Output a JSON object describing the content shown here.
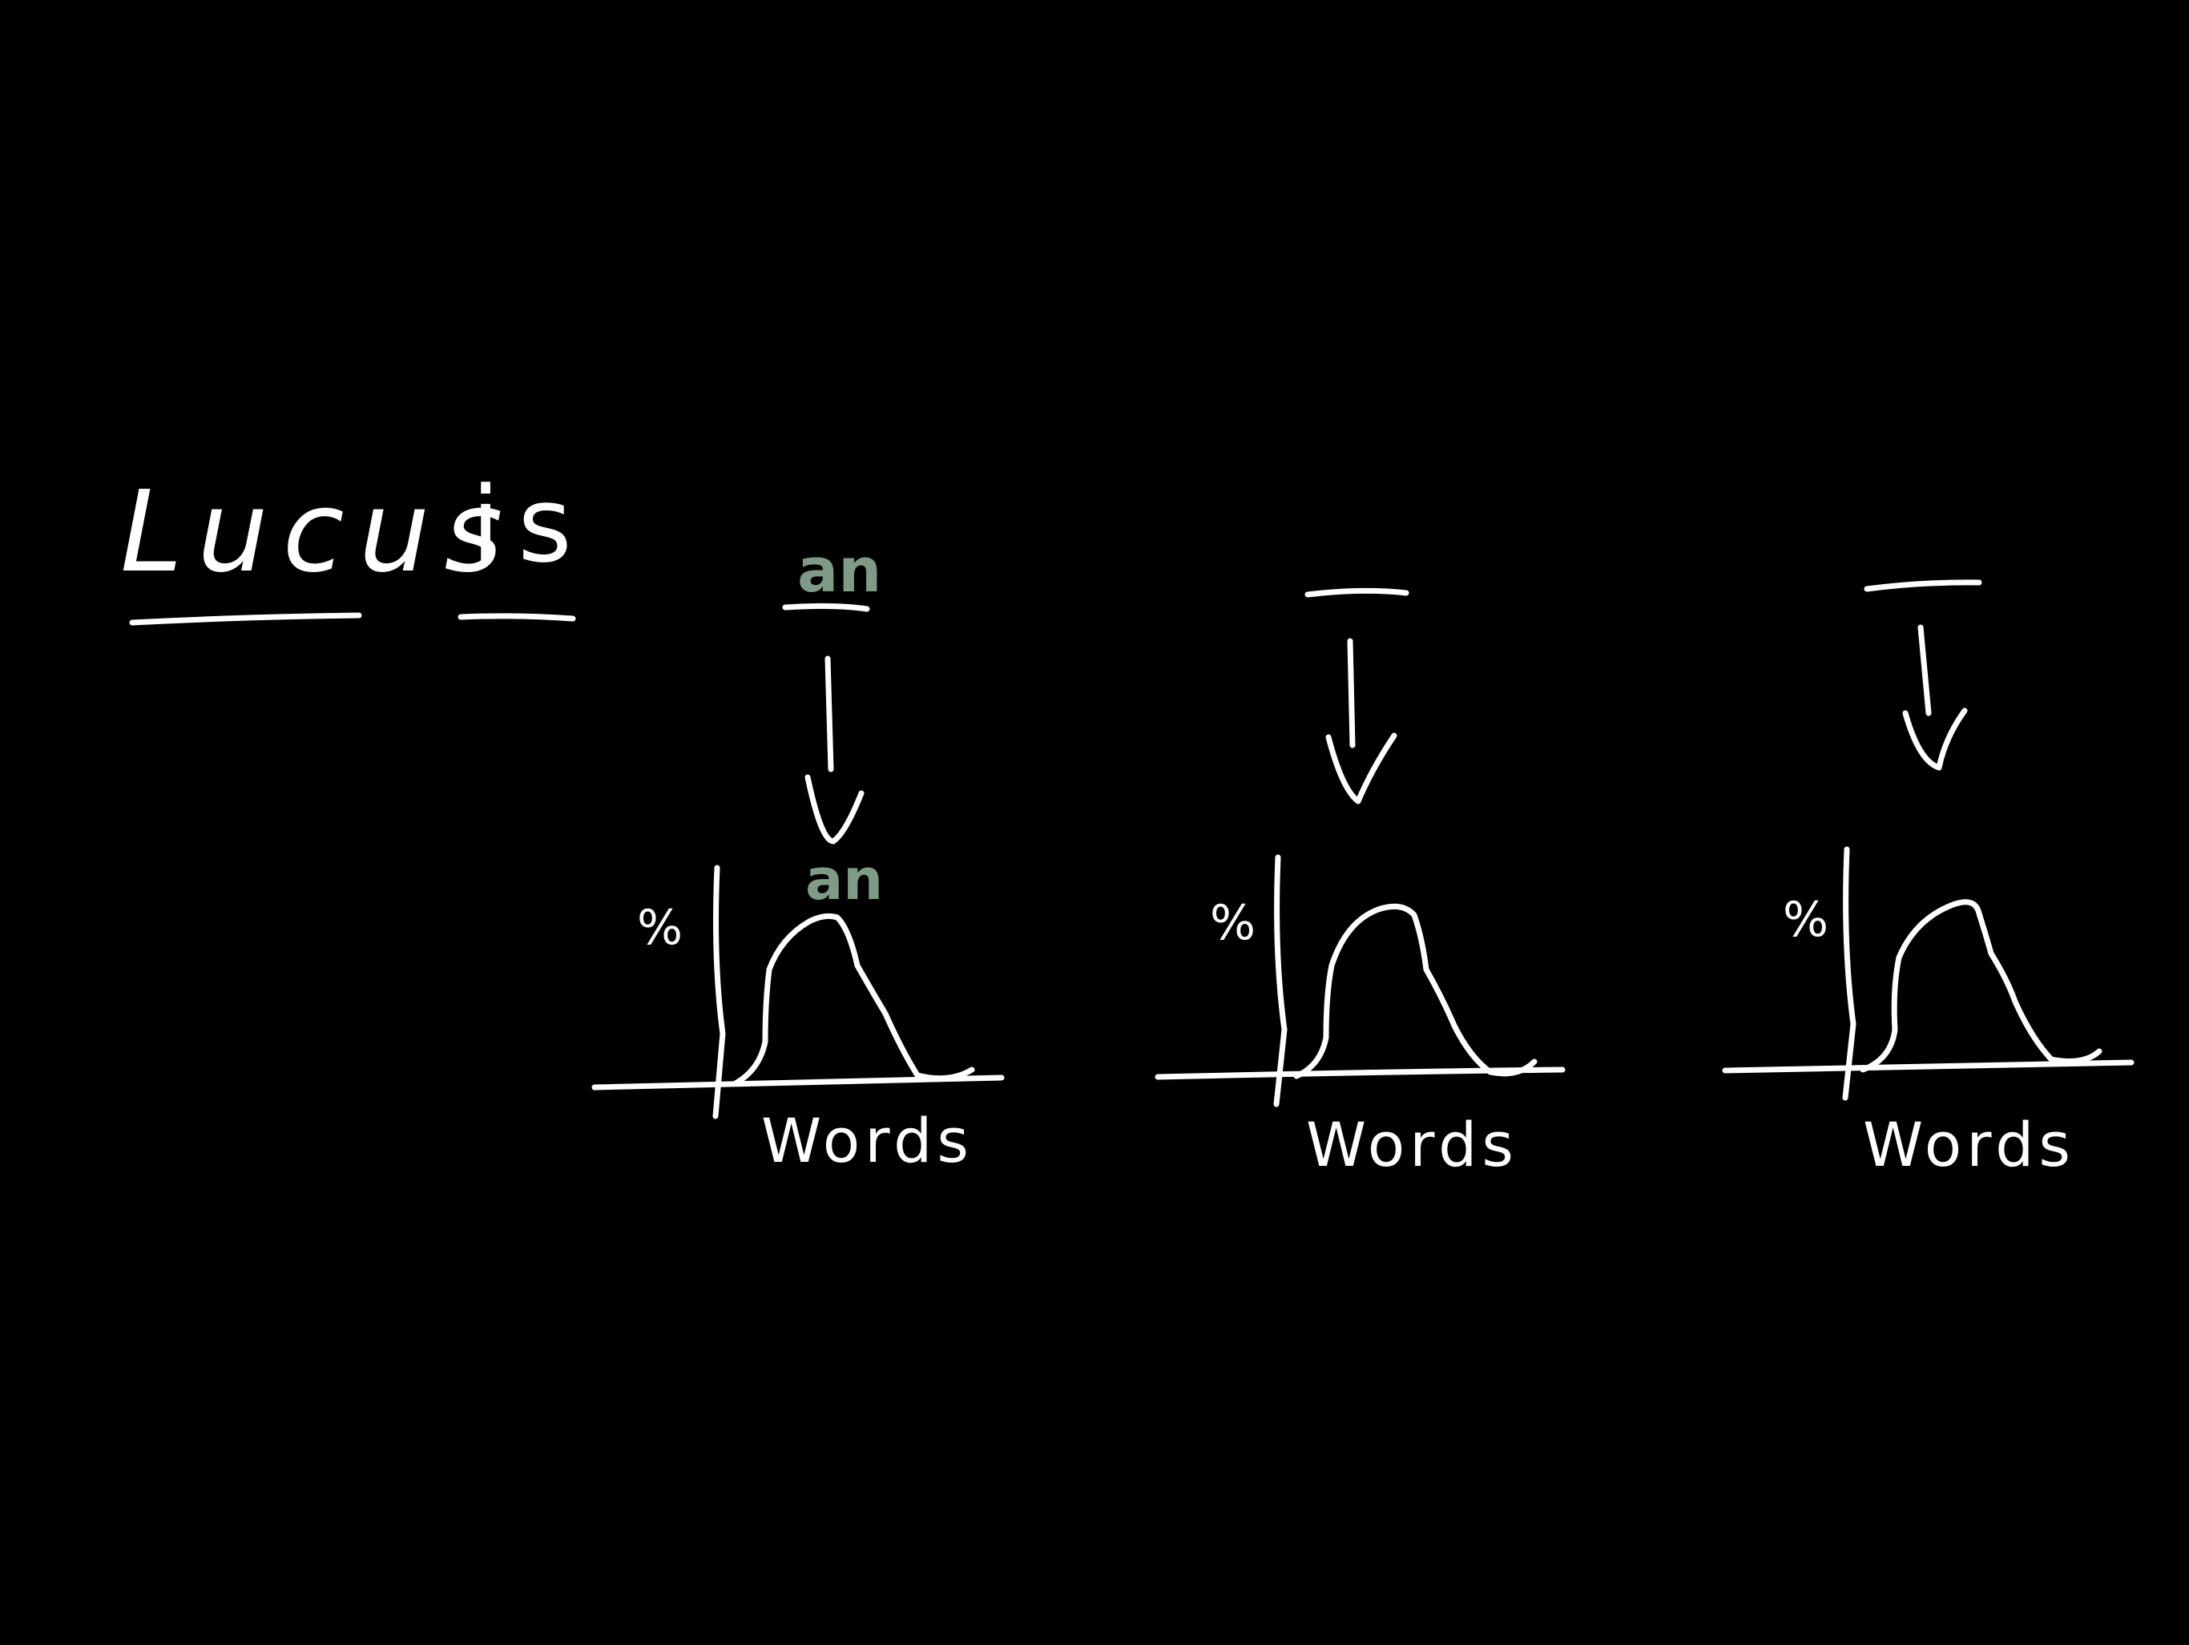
{
  "sentence": {
    "words": [
      {
        "text": "Lucus"
      },
      {
        "text": "is"
      },
      {
        "text": "an"
      },
      {
        "text": ""
      },
      {
        "text": ""
      }
    ]
  },
  "graphs": [
    {
      "y_label": "%",
      "x_label": "Words",
      "peak_label": "an"
    },
    {
      "y_label": "%",
      "x_label": "Words",
      "peak_label": ""
    },
    {
      "y_label": "%",
      "x_label": "Words",
      "peak_label": ""
    }
  ],
  "colors": {
    "background": "#000000",
    "ink": "#ffffff",
    "highlight": "#7f9a86"
  }
}
